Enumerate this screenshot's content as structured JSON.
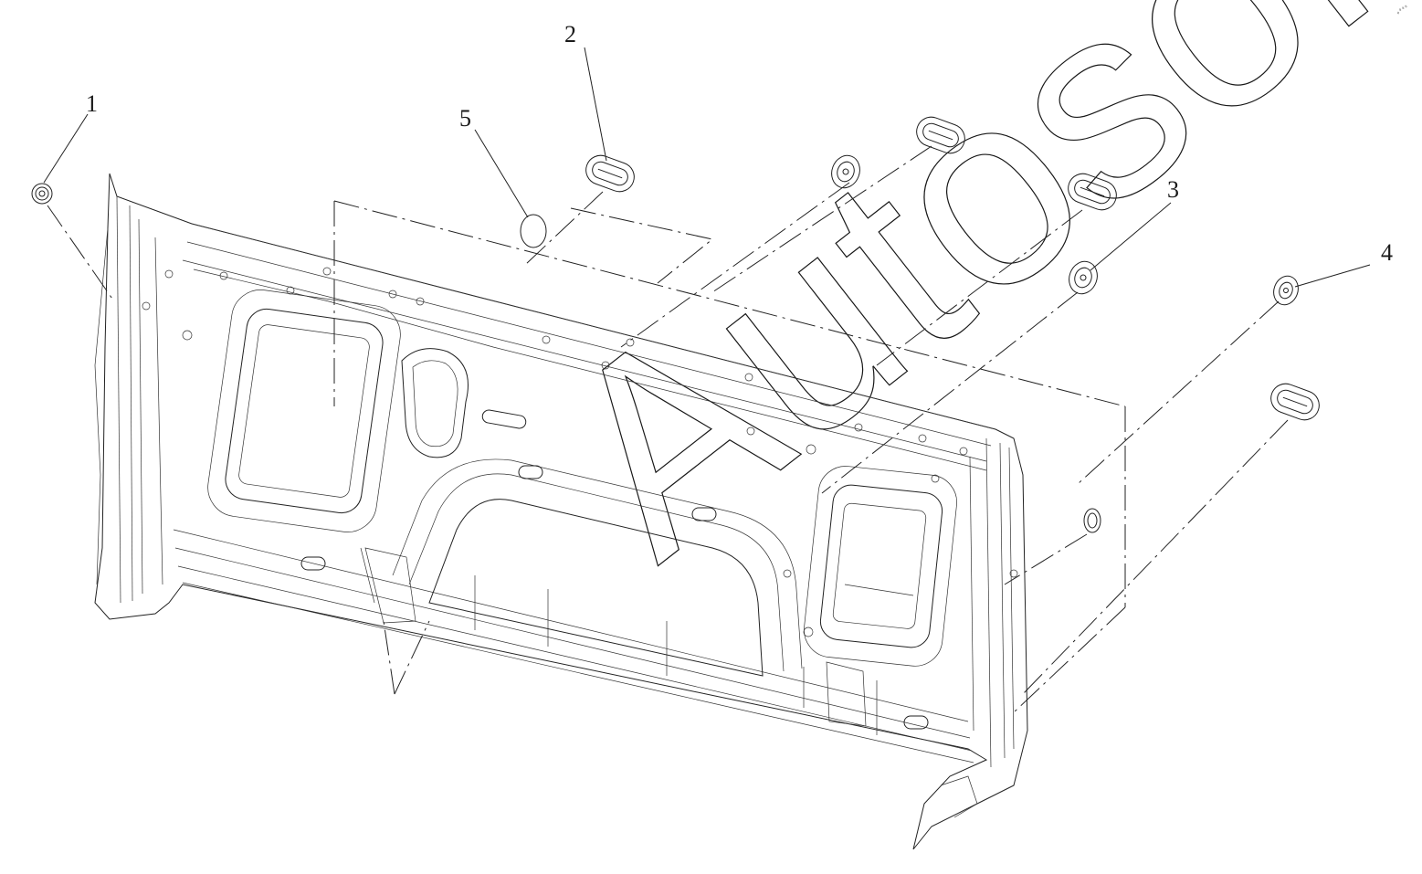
{
  "callouts": [
    "1",
    "2",
    "3",
    "4",
    "5"
  ],
  "watermark": "Autosoft",
  "corner_mark": "₀⁰⁰⁰"
}
